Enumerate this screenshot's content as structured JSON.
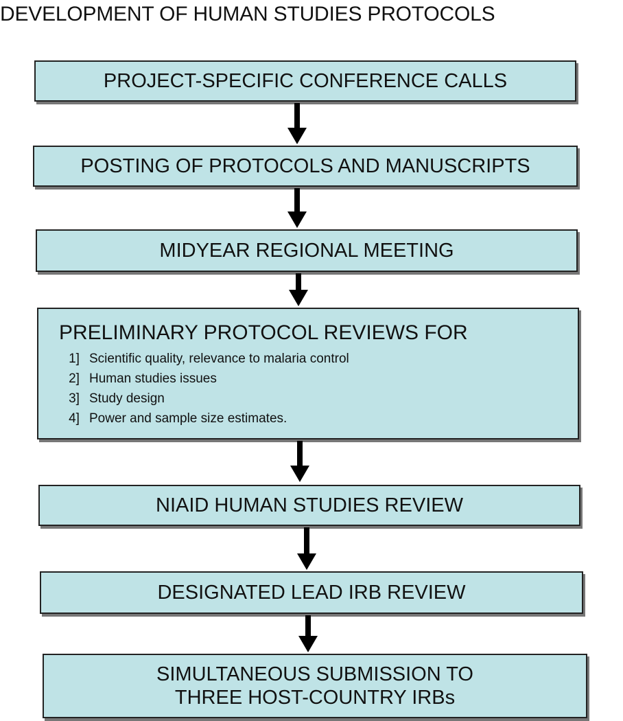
{
  "title": "DEVELOPMENT OF HUMAN STUDIES PROTOCOLS",
  "steps": [
    {
      "label": "PROJECT-SPECIFIC CONFERENCE CALLS"
    },
    {
      "label": "POSTING OF PROTOCOLS AND MANUSCRIPTS"
    },
    {
      "label": "MIDYEAR REGIONAL MEETING"
    },
    {
      "label": "PRELIMINARY PROTOCOL REVIEWS FOR",
      "items": [
        {
          "num": "1]",
          "text": "Scientific quality, relevance to malaria control"
        },
        {
          "num": "2]",
          "text": "Human studies issues"
        },
        {
          "num": "3]",
          "text": "Study design"
        },
        {
          "num": "4]",
          "text": "Power and sample size estimates."
        }
      ]
    },
    {
      "label": "NIAID HUMAN STUDIES REVIEW"
    },
    {
      "label": "DESIGNATED LEAD IRB REVIEW"
    },
    {
      "label_line1": "SIMULTANEOUS SUBMISSION TO",
      "label_line2": "THREE HOST-COUNTRY IRBs"
    }
  ],
  "colors": {
    "box_fill": "#bfe3e6",
    "box_border": "#222222",
    "arrow": "#000000"
  }
}
